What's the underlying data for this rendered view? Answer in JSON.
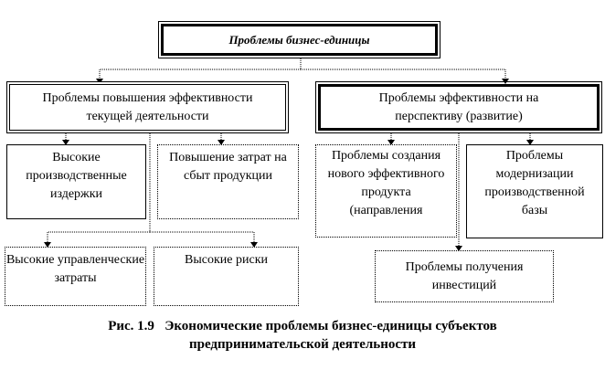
{
  "root": {
    "label": "Проблемы бизнес-единицы"
  },
  "left": {
    "label": "Проблемы повышения эффективности текущей деятельности",
    "children": [
      "Высокие производственные издержки",
      "Повышение затрат на сбыт продукции",
      "Высокие управленческие затраты",
      "Высокие риски"
    ]
  },
  "right": {
    "label": "Проблемы эффективности на перспективу (развитие)",
    "children": [
      "Проблемы создания нового эффективного продукта (направления",
      "Проблемы модернизации производственной базы",
      "Проблемы получения инвестиций"
    ]
  },
  "caption": {
    "number": "Рис. 1.9",
    "line1": "Экономические проблемы бизнес-единицы субъектов",
    "line2": "предпринимательской деятельности"
  }
}
